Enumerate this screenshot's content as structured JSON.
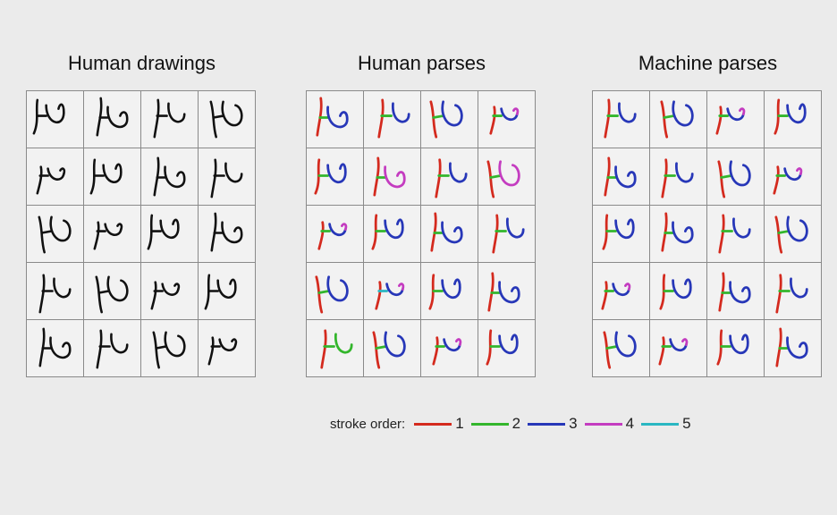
{
  "panels": [
    {
      "id": "drawings",
      "title": "Human drawings",
      "mode": "ink"
    },
    {
      "id": "human",
      "title": "Human parses",
      "mode": "color"
    },
    {
      "id": "machine",
      "title": "Machine parses",
      "mode": "color"
    }
  ],
  "legend": {
    "label": "stroke order:",
    "items": [
      {
        "num": "1",
        "color": "#d42a1e"
      },
      {
        "num": "2",
        "color": "#33b62c"
      },
      {
        "num": "3",
        "color": "#2737b8"
      },
      {
        "num": "4",
        "color": "#c43cc0"
      },
      {
        "num": "5",
        "color": "#2ab7c2"
      }
    ]
  },
  "ink_color": "#111111"
}
